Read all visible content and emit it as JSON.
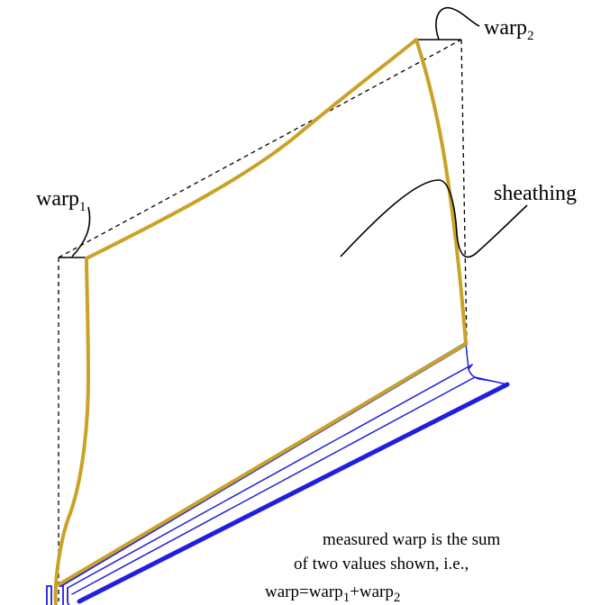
{
  "labels": {
    "warp1": {
      "base": "warp",
      "sub": "1"
    },
    "warp2": {
      "base": "warp",
      "sub": "2"
    },
    "sheathing": "sheathing"
  },
  "note": {
    "line1": "measured warp is the sum",
    "line2": "of two values shown, i.e.,",
    "line3": {
      "prefix": "warp=warp",
      "sub1": "1",
      "middle": "+warp",
      "sub2": "2"
    }
  },
  "colors": {
    "sheathing": "#C9A227",
    "stud": "#1F1FE0",
    "reference": "#000000"
  }
}
